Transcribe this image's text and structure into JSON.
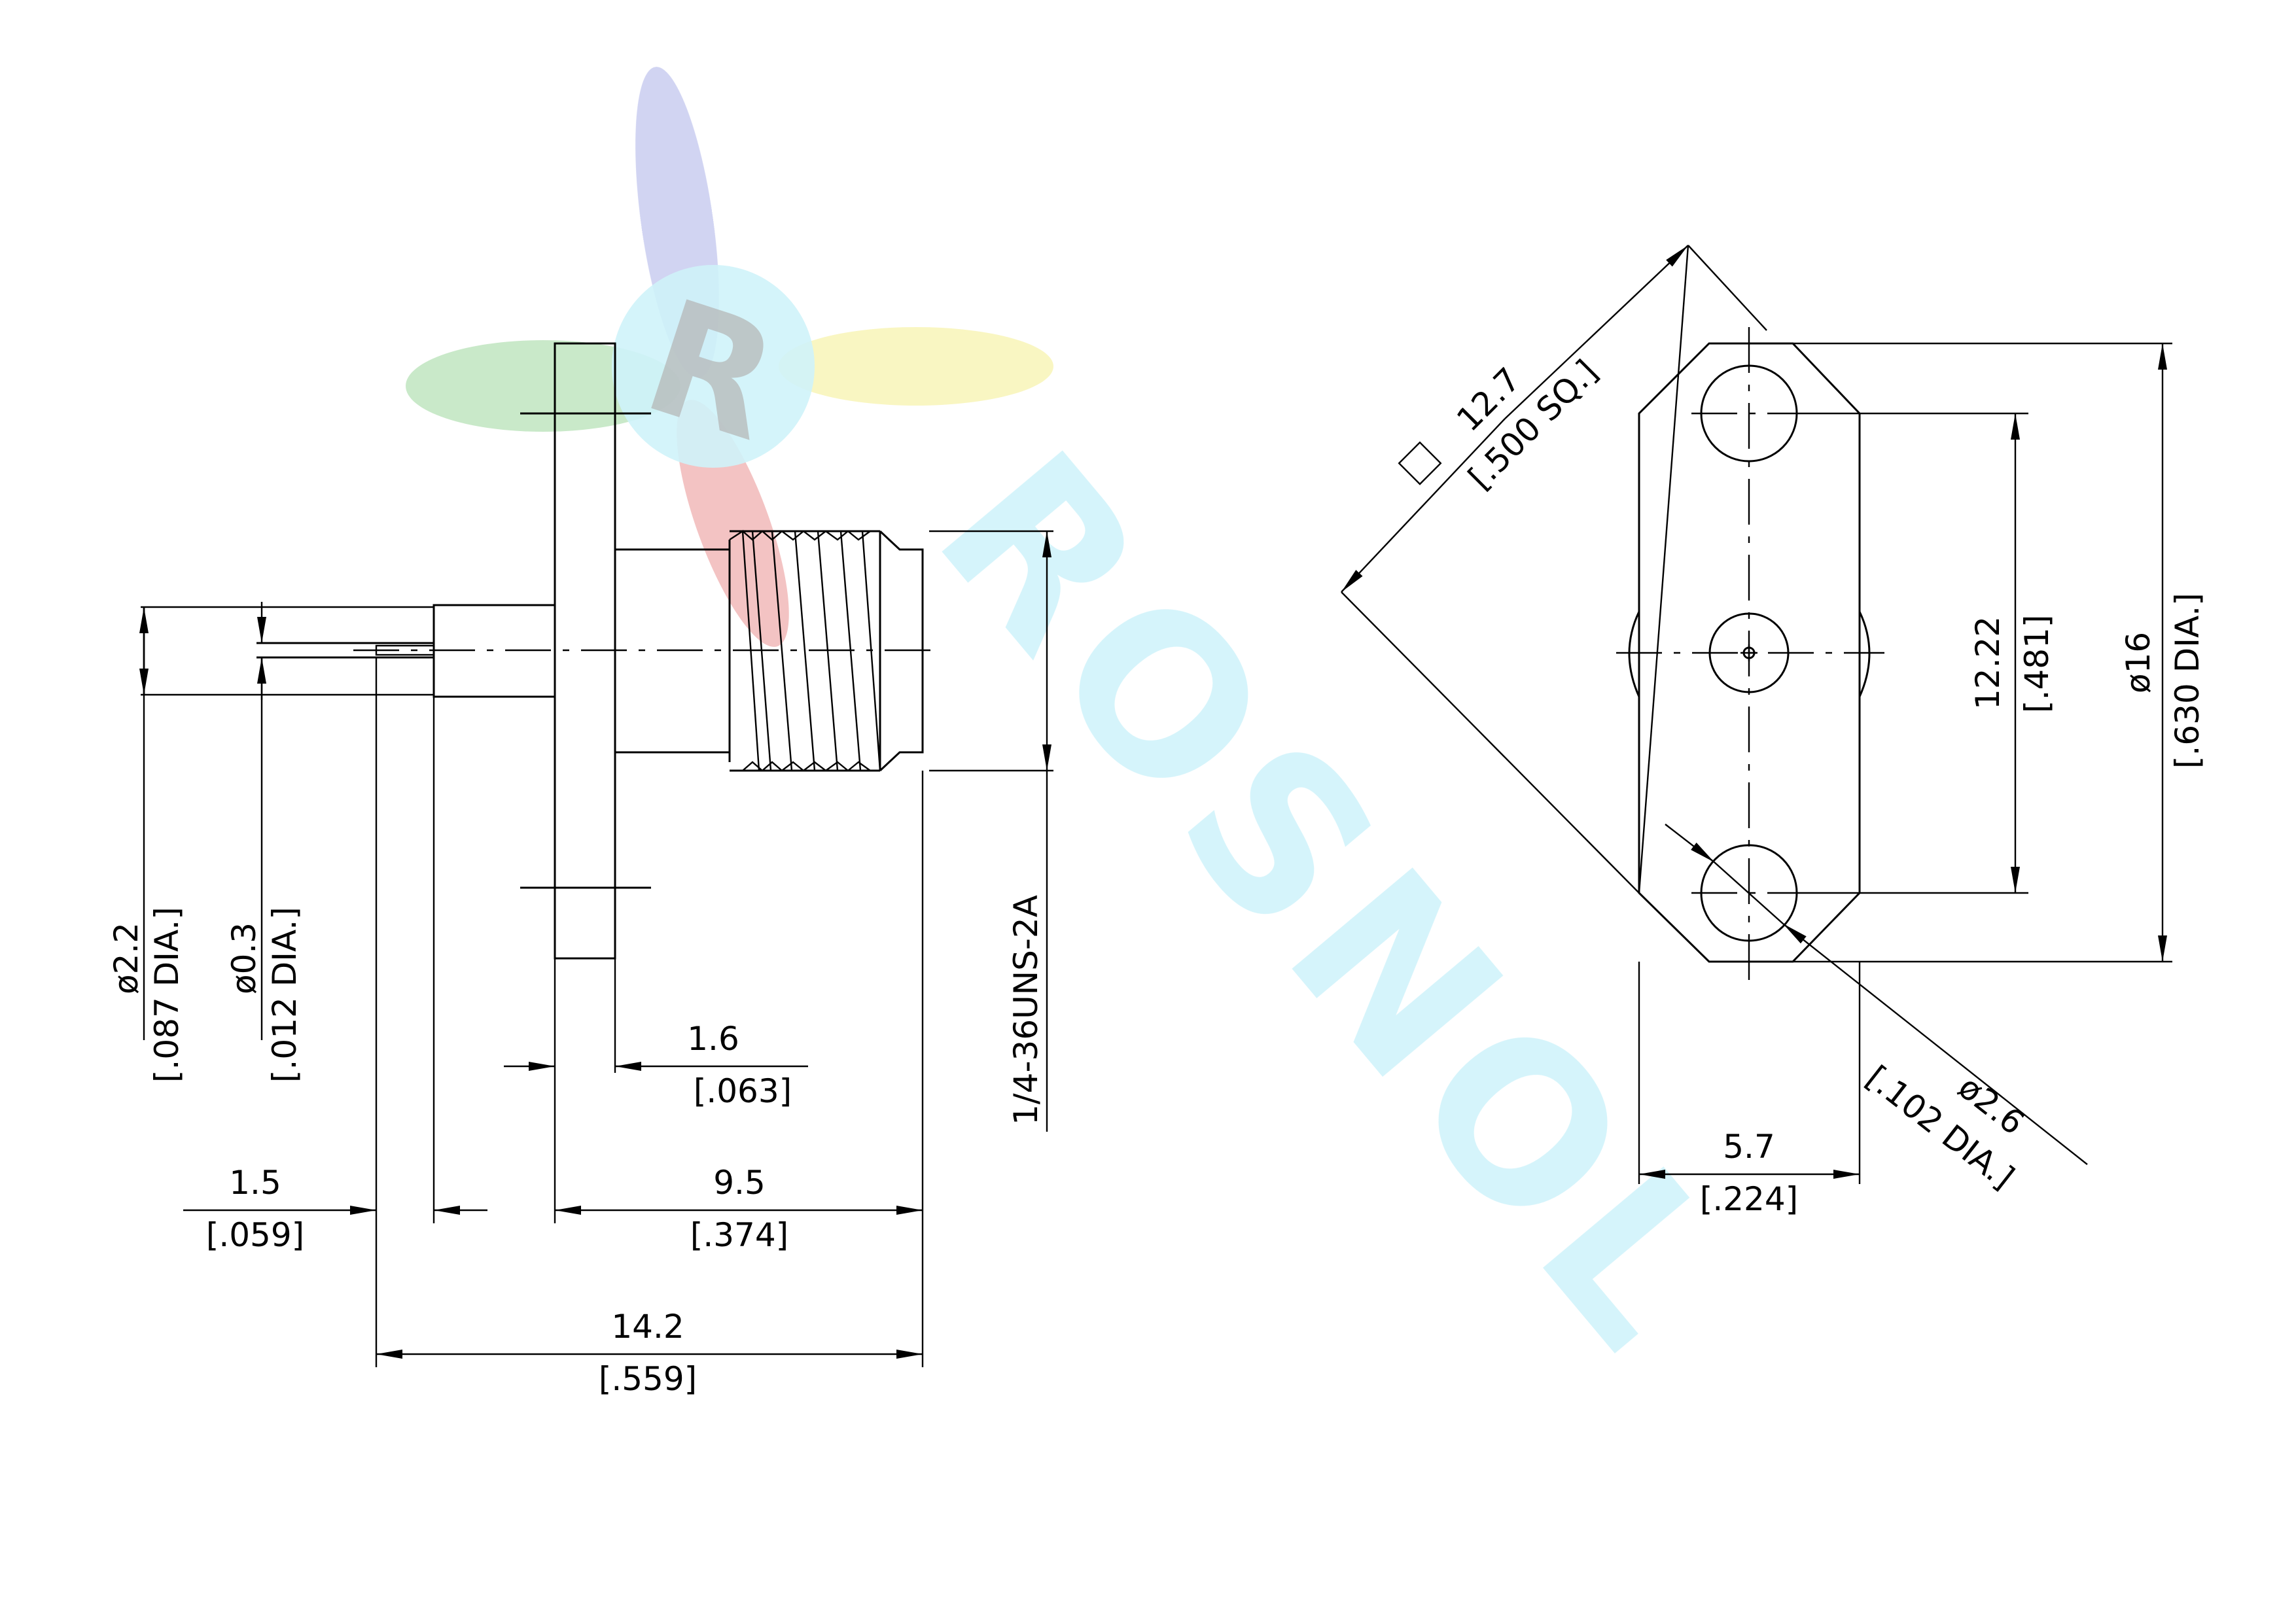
{
  "watermark": {
    "logo_letter": "R",
    "brand_text": "ROSNOL",
    "colors": {
      "cyan": "#8fe3f3",
      "red": "#e98c8c",
      "blue": "#a8aee6",
      "green": "#8fcf8f",
      "yellow": "#f4ef8a"
    }
  },
  "side_view": {
    "flange_thickness": {
      "mm": "1.6",
      "in": "[.063]"
    },
    "pin_length": {
      "mm": "1.5",
      "in": "[.059]"
    },
    "body_length": {
      "mm": "9.5",
      "in": "[.374]"
    },
    "overall_length": {
      "mm": "14.2",
      "in": "[.559]"
    },
    "dielectric_dia": {
      "mm": "ø2.2",
      "in": "[.087 DIA.]"
    },
    "pin_dia": {
      "mm": "ø0.3",
      "in": "[.012 DIA.]"
    },
    "thread": "1/4-36UNS-2A"
  },
  "front_view": {
    "square": {
      "symbol": "□",
      "mm": "12.7",
      "in": "[.500 SQ.]"
    },
    "hole_spacing": {
      "mm": "12.22",
      "in": "[.481]"
    },
    "flange_dia": {
      "mm": "ø16",
      "in": "[.630 DIA.]"
    },
    "hole_dia": {
      "mm": "ø2.6",
      "in": "[.102 DIA.]"
    },
    "flange_width": {
      "mm": "5.7",
      "in": "[.224]"
    }
  }
}
